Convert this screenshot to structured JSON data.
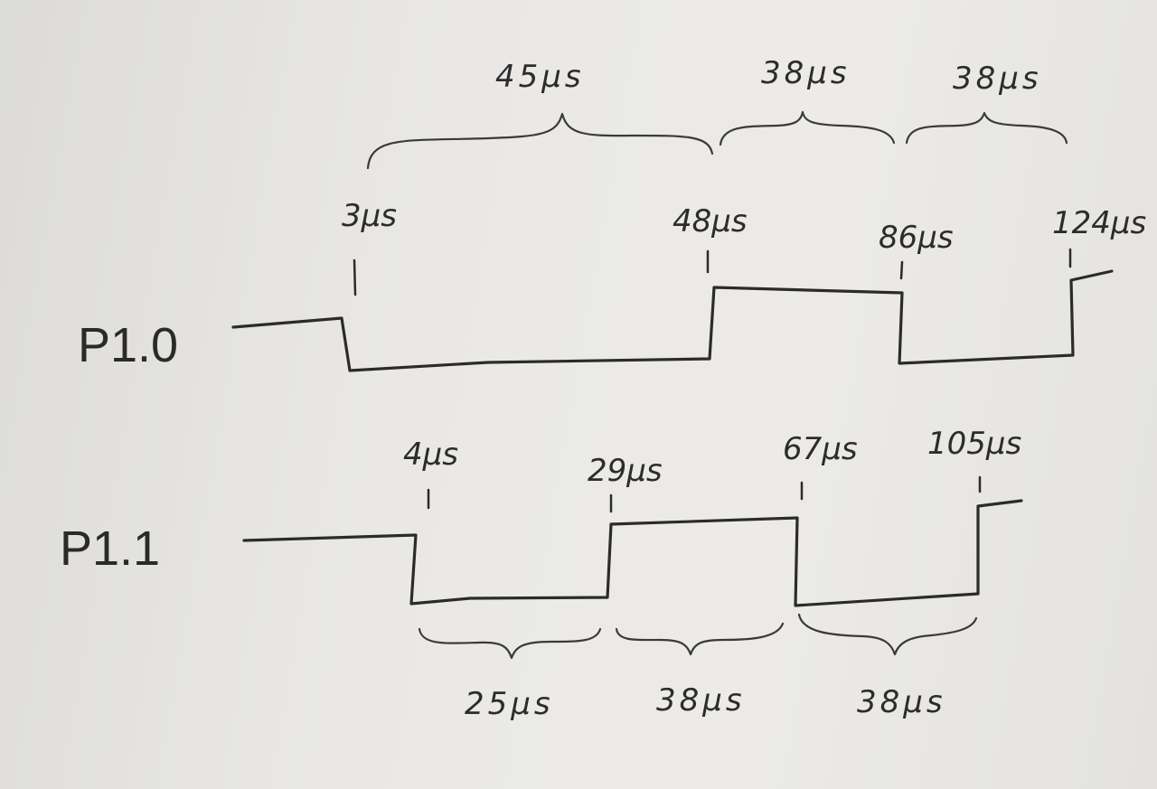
{
  "signals": [
    {
      "name": "P1.0",
      "edges": [
        {
          "time": 3,
          "label": "3μs"
        },
        {
          "time": 48,
          "label": "48μs"
        },
        {
          "time": 86,
          "label": "86μs"
        },
        {
          "time": 124,
          "label": "124μs"
        }
      ],
      "intervals": [
        {
          "label": "45μs"
        },
        {
          "label": "38μs"
        },
        {
          "label": "38μs"
        }
      ]
    },
    {
      "name": "P1.1",
      "edges": [
        {
          "time": 4,
          "label": "4μs"
        },
        {
          "time": 29,
          "label": "29μs"
        },
        {
          "time": 67,
          "label": "67μs"
        },
        {
          "time": 105,
          "label": "105μs"
        }
      ],
      "intervals": [
        {
          "label": "25μs"
        },
        {
          "label": "38μs"
        },
        {
          "label": "38μs"
        }
      ]
    }
  ]
}
